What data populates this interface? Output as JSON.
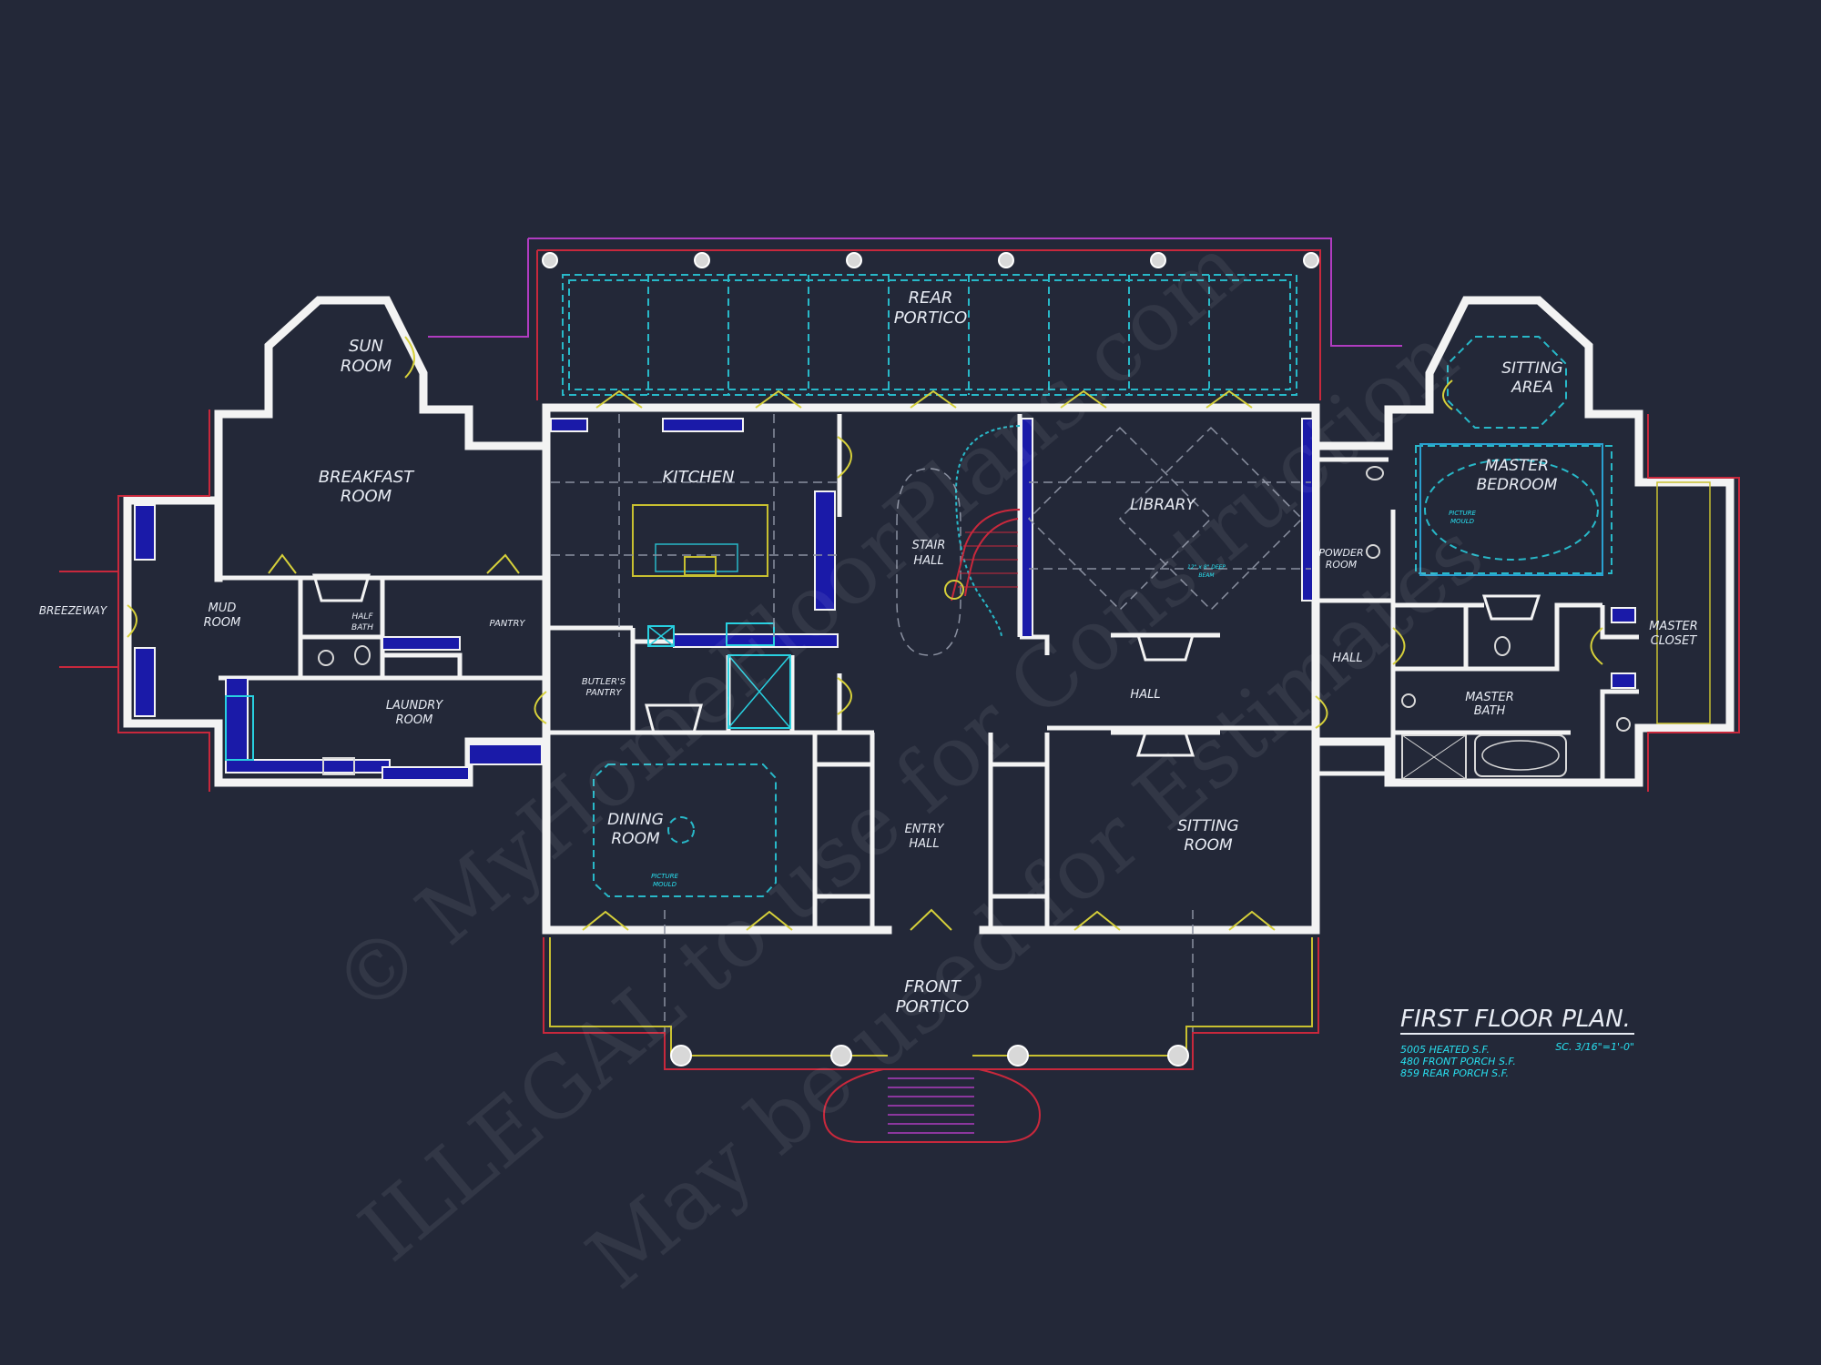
{
  "plan": {
    "title": "FIRST FLOOR PLAN.",
    "scale": "SC. 3/16\"=1'-0\"",
    "areas": [
      "5005 HEATED S.F.",
      "480 FRONT PORCH S.F.",
      "859 REAR PORCH S.F."
    ]
  },
  "rooms": {
    "rear_portico": [
      "REAR",
      "PORTICO"
    ],
    "sun_room": [
      "SUN",
      "ROOM"
    ],
    "breakfast_room": [
      "BREAKFAST",
      "ROOM"
    ],
    "kitchen": "KITCHEN",
    "stair_hall": [
      "STAIR",
      "HALL"
    ],
    "library": "LIBRARY",
    "sitting_area": [
      "SITTING",
      "AREA"
    ],
    "master_bedroom": [
      "MASTER",
      "BEDROOM"
    ],
    "breezeway": "BREEZEWAY",
    "mud_room": [
      "MUD",
      "ROOM"
    ],
    "half_bath": [
      "HALF",
      "BATH"
    ],
    "pantry": "PANTRY",
    "laundry_room": [
      "LAUNDRY",
      "ROOM"
    ],
    "butlers_pantry": [
      "BUTLER'S",
      "PANTRY"
    ],
    "dining_room": [
      "DINING",
      "ROOM"
    ],
    "entry_hall": [
      "ENTRY",
      "HALL"
    ],
    "hall_center": "HALL",
    "sitting_room": [
      "SITTING",
      "ROOM"
    ],
    "powder_room": [
      "POWDER",
      "ROOM"
    ],
    "hall_right": "HALL",
    "master_bath": [
      "MASTER",
      "BATH"
    ],
    "master_closet": [
      "MASTER",
      "CLOSET"
    ],
    "front_portico": [
      "FRONT",
      "PORTICO"
    ]
  },
  "notes": {
    "picture_mould_dining": [
      "PICTURE",
      "MOULD"
    ],
    "picture_mould_bedroom": [
      "PICTURE",
      "MOULD"
    ],
    "deep_beam": [
      "12\" x 8\" DEEP",
      "BEAM"
    ]
  },
  "watermark": {
    "line1": "© MyHomeFloorPlans.com",
    "line2": "ILLEGAL to use for Construction",
    "line3": "May be used for Estimates"
  },
  "colors": {
    "background": "#232838",
    "walls": "#f3f3f3",
    "cabinets": "#1a1aa8",
    "annotations": "#28e0f0",
    "doors": "#d6d03a",
    "porch_outline": "#c8283c"
  }
}
